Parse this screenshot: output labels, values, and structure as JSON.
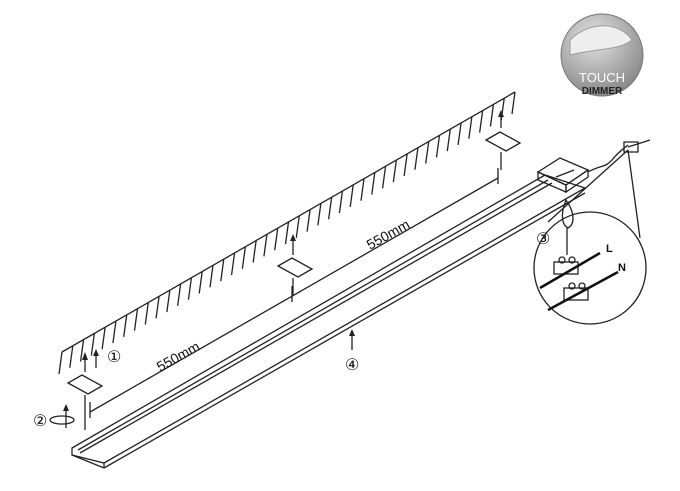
{
  "badge": {
    "line1": "TOUCH",
    "line2": "DIMMER"
  },
  "dimensions": {
    "left": "550mm",
    "right": "550mm"
  },
  "steps": {
    "one": "①",
    "two": "②",
    "three": "③",
    "four": "④"
  },
  "wiring": {
    "live": "L",
    "neutral": "N"
  },
  "colors": {
    "line": "#222222",
    "badge_fill": "#9a9a9a"
  }
}
